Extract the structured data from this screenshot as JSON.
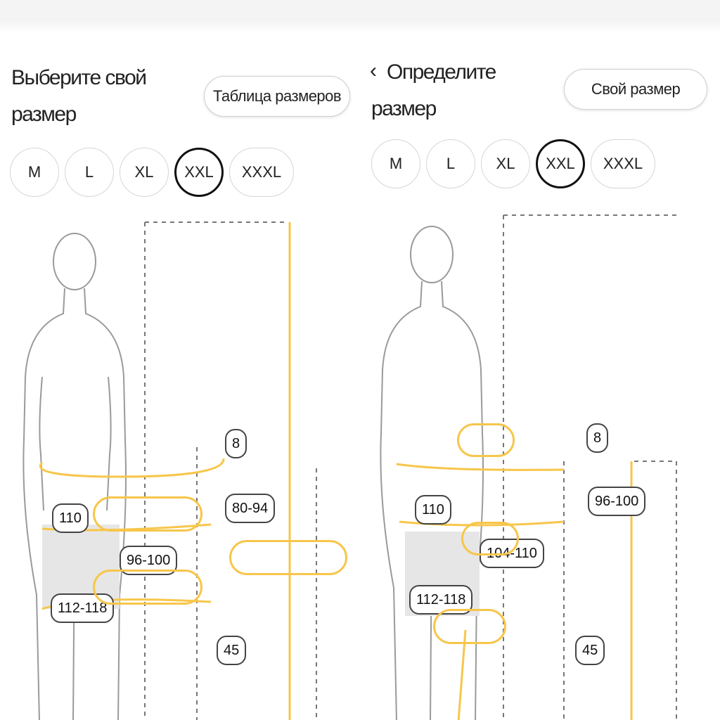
{
  "colors": {
    "accent": "#f7c64a",
    "selected_border": "#111111",
    "chip_border": "#d6d6d6"
  },
  "left": {
    "title_line1": "Выберите свой",
    "title_line2": "размер",
    "table_button": "Таблица размеров",
    "sizes": [
      "M",
      "L",
      "XL",
      "XXL",
      "XXXL"
    ],
    "selected_size": "XXL",
    "labels": {
      "chest": "8",
      "waist": "110",
      "hips": "80-94",
      "hips2": "96-100",
      "seat": "112-118",
      "inseam": "45"
    }
  },
  "right": {
    "back_icon": "‹",
    "title_line1": "Определите",
    "title_line2": "размер",
    "table_button": "Свой размер",
    "sizes": [
      "M",
      "L",
      "XL",
      "XXL",
      "XXXL"
    ],
    "selected_size": "XXL",
    "labels": {
      "chest": "8",
      "waist": "110",
      "hips": "96-100",
      "hips2": "104-110",
      "seat": "112-118",
      "inseam": "45"
    }
  }
}
